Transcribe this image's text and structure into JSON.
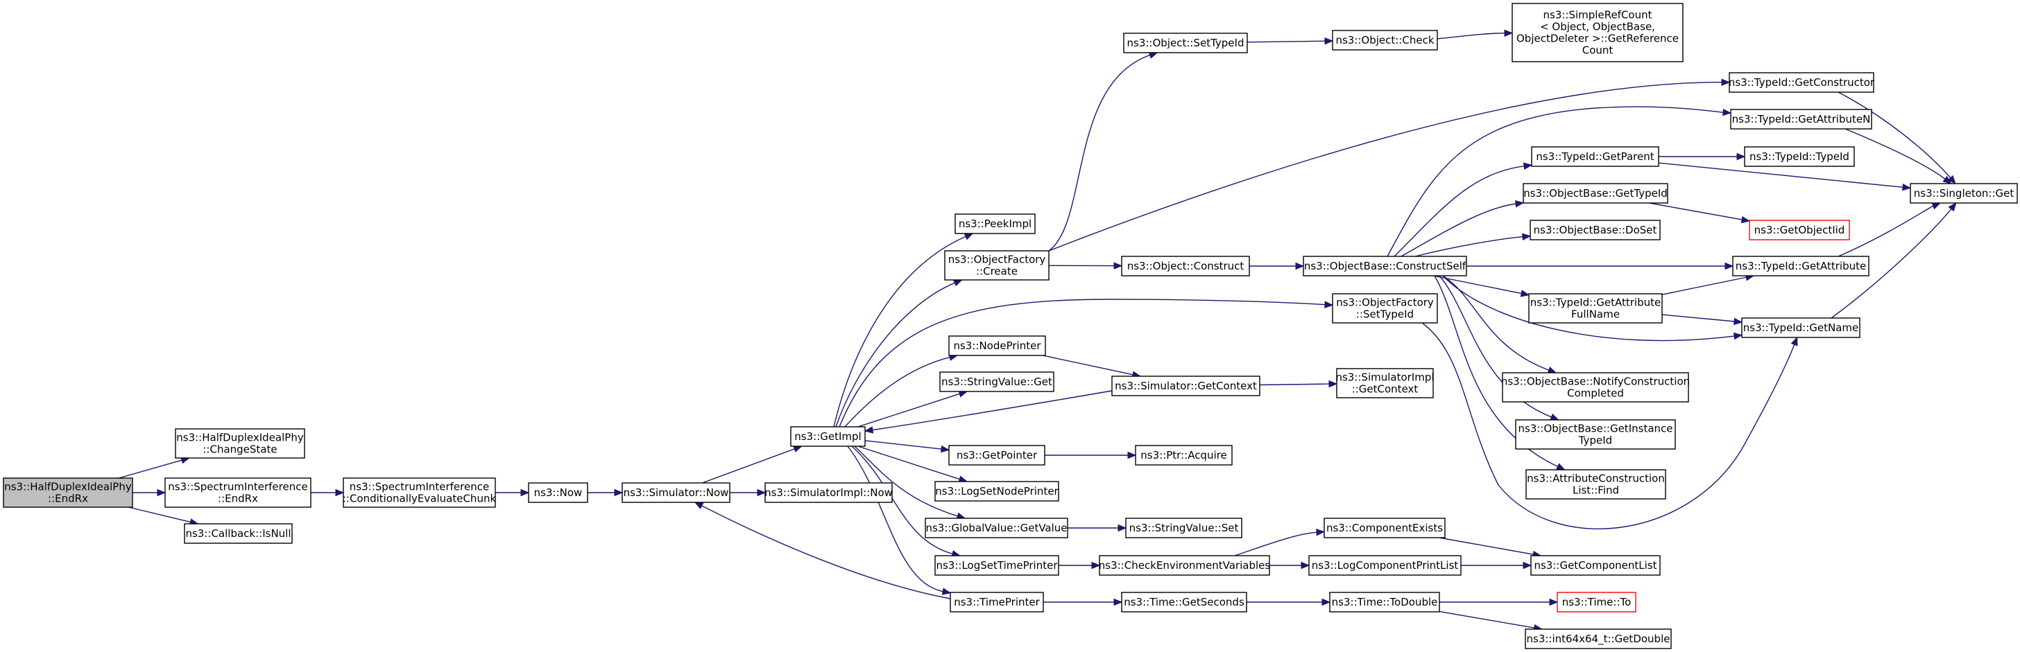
{
  "graph": {
    "type": "call-graph",
    "colors": {
      "edge": "#191970",
      "node_border": "#000000",
      "node_fill": "#ffffff",
      "root_fill": "#bfbfbf",
      "missing_border": "#ff0000"
    },
    "nodes": [
      {
        "id": "endrx",
        "lines": [
          "ns3::HalfDuplexIdealPhy",
          "::EndRx"
        ],
        "root": true
      },
      {
        "id": "changestate",
        "lines": [
          "ns3::HalfDuplexIdealPhy",
          "::ChangeState"
        ]
      },
      {
        "id": "si_endrx",
        "lines": [
          "ns3::SpectrumInterference",
          "::EndRx"
        ]
      },
      {
        "id": "isnull",
        "lines": [
          "ns3::Callback::IsNull"
        ]
      },
      {
        "id": "condeval",
        "lines": [
          "ns3::SpectrumInterference",
          "::ConditionallyEvaluateChunk"
        ]
      },
      {
        "id": "now",
        "lines": [
          "ns3::Now"
        ]
      },
      {
        "id": "sim_now",
        "lines": [
          "ns3::Simulator::Now"
        ]
      },
      {
        "id": "simimpl_now",
        "lines": [
          "ns3::SimulatorImpl::Now"
        ]
      },
      {
        "id": "getimpl",
        "lines": [
          "ns3::GetImpl"
        ]
      },
      {
        "id": "peekimpl",
        "lines": [
          "ns3::PeekImpl"
        ]
      },
      {
        "id": "of_create",
        "lines": [
          "ns3::ObjectFactory",
          "::Create"
        ]
      },
      {
        "id": "nodeprinter",
        "lines": [
          "ns3::NodePrinter"
        ]
      },
      {
        "id": "stringvalue_get",
        "lines": [
          "ns3::StringValue::Get"
        ]
      },
      {
        "id": "getpointer",
        "lines": [
          "ns3::GetPointer"
        ]
      },
      {
        "id": "logsetnodeprinter",
        "lines": [
          "ns3::LogSetNodePrinter"
        ]
      },
      {
        "id": "gv_getvalue",
        "lines": [
          "ns3::GlobalValue::GetValue"
        ]
      },
      {
        "id": "logsettimeprinter",
        "lines": [
          "ns3::LogSetTimePrinter"
        ]
      },
      {
        "id": "timeprinter",
        "lines": [
          "ns3::TimePrinter"
        ]
      },
      {
        "id": "obj_settypeid",
        "lines": [
          "ns3::Object::SetTypeId"
        ]
      },
      {
        "id": "obj_construct",
        "lines": [
          "ns3::Object::Construct"
        ]
      },
      {
        "id": "sim_getcontext",
        "lines": [
          "ns3::Simulator::GetContext"
        ]
      },
      {
        "id": "ptr_acquire",
        "lines": [
          "ns3::Ptr::Acquire"
        ]
      },
      {
        "id": "stringvalue_set",
        "lines": [
          "ns3::StringValue::Set"
        ]
      },
      {
        "id": "checkenv",
        "lines": [
          "ns3::CheckEnvironmentVariables"
        ]
      },
      {
        "id": "time_getseconds",
        "lines": [
          "ns3::Time::GetSeconds"
        ]
      },
      {
        "id": "obj_check",
        "lines": [
          "ns3::Object::Check"
        ]
      },
      {
        "id": "ob_constructself",
        "lines": [
          "ns3::ObjectBase::ConstructSelf"
        ]
      },
      {
        "id": "of_settypeid",
        "lines": [
          "ns3::ObjectFactory",
          "::SetTypeId"
        ]
      },
      {
        "id": "simimpl_getcontext",
        "lines": [
          "ns3::SimulatorImpl",
          "::GetContext"
        ]
      },
      {
        "id": "componentexists",
        "lines": [
          "ns3::ComponentExists"
        ]
      },
      {
        "id": "logcomponentprintlist",
        "lines": [
          "ns3::LogComponentPrintList"
        ]
      },
      {
        "id": "time_todouble",
        "lines": [
          "ns3::Time::ToDouble"
        ]
      },
      {
        "id": "getcomponentlist",
        "lines": [
          "ns3::GetComponentList"
        ]
      },
      {
        "id": "time_to",
        "lines": [
          "ns3::Time::To"
        ],
        "missing": true
      },
      {
        "id": "int64_getdouble",
        "lines": [
          "ns3::int64x64_t::GetDouble"
        ]
      },
      {
        "id": "simplerefcount",
        "lines": [
          "ns3::SimpleRefCount",
          "< Object, ObjectBase,",
          " ObjectDeleter >::GetReference",
          "Count"
        ]
      },
      {
        "id": "ti_getconstructor",
        "lines": [
          "ns3::TypeId::GetConstructor"
        ]
      },
      {
        "id": "ti_getattributen",
        "lines": [
          "ns3::TypeId::GetAttributeN"
        ]
      },
      {
        "id": "ti_getparent",
        "lines": [
          "ns3::TypeId::GetParent"
        ]
      },
      {
        "id": "ob_gettypeid",
        "lines": [
          "ns3::ObjectBase::GetTypeId"
        ]
      },
      {
        "id": "ob_doset",
        "lines": [
          "ns3::ObjectBase::DoSet"
        ]
      },
      {
        "id": "ti_getattributefullname",
        "lines": [
          "ns3::TypeId::GetAttribute",
          "FullName"
        ]
      },
      {
        "id": "ob_notifyconstruction",
        "lines": [
          "ns3::ObjectBase::NotifyConstruction",
          "Completed"
        ]
      },
      {
        "id": "ob_getinstancetypeid",
        "lines": [
          "ns3::ObjectBase::GetInstance",
          "TypeId"
        ]
      },
      {
        "id": "attrconstructionlist_find",
        "lines": [
          "ns3::AttributeConstruction",
          "List::Find"
        ]
      },
      {
        "id": "ti_typeid",
        "lines": [
          "ns3::TypeId::TypeId"
        ]
      },
      {
        "id": "getobjectiid",
        "lines": [
          "ns3::GetObjectIid"
        ],
        "missing": true
      },
      {
        "id": "ti_getattribute",
        "lines": [
          "ns3::TypeId::GetAttribute"
        ]
      },
      {
        "id": "ti_getname",
        "lines": [
          "ns3::TypeId::GetName"
        ]
      },
      {
        "id": "singleton_get",
        "lines": [
          "ns3::Singleton::Get"
        ]
      }
    ],
    "edges": [
      [
        "endrx",
        "changestate"
      ],
      [
        "endrx",
        "si_endrx"
      ],
      [
        "endrx",
        "isnull"
      ],
      [
        "si_endrx",
        "condeval"
      ],
      [
        "condeval",
        "now"
      ],
      [
        "now",
        "sim_now"
      ],
      [
        "sim_now",
        "getimpl"
      ],
      [
        "sim_now",
        "simimpl_now"
      ],
      [
        "getimpl",
        "peekimpl"
      ],
      [
        "getimpl",
        "of_create"
      ],
      [
        "getimpl",
        "of_settypeid"
      ],
      [
        "getimpl",
        "nodeprinter"
      ],
      [
        "getimpl",
        "stringvalue_get"
      ],
      [
        "getimpl",
        "getpointer"
      ],
      [
        "getimpl",
        "logsetnodeprinter"
      ],
      [
        "getimpl",
        "gv_getvalue"
      ],
      [
        "getimpl",
        "logsettimeprinter"
      ],
      [
        "getimpl",
        "timeprinter"
      ],
      [
        "of_create",
        "obj_settypeid"
      ],
      [
        "of_create",
        "obj_construct"
      ],
      [
        "of_create",
        "ti_getconstructor"
      ],
      [
        "obj_settypeid",
        "obj_check"
      ],
      [
        "obj_check",
        "simplerefcount"
      ],
      [
        "obj_construct",
        "ob_constructself"
      ],
      [
        "nodeprinter",
        "sim_getcontext"
      ],
      [
        "sim_getcontext",
        "getimpl"
      ],
      [
        "sim_getcontext",
        "simimpl_getcontext"
      ],
      [
        "getpointer",
        "ptr_acquire"
      ],
      [
        "gv_getvalue",
        "stringvalue_set"
      ],
      [
        "logsettimeprinter",
        "checkenv"
      ],
      [
        "checkenv",
        "componentexists"
      ],
      [
        "checkenv",
        "logcomponentprintlist"
      ],
      [
        "componentexists",
        "getcomponentlist"
      ],
      [
        "logcomponentprintlist",
        "getcomponentlist"
      ],
      [
        "timeprinter",
        "sim_now"
      ],
      [
        "timeprinter",
        "time_getseconds"
      ],
      [
        "time_getseconds",
        "time_todouble"
      ],
      [
        "time_todouble",
        "time_to"
      ],
      [
        "time_todouble",
        "int64_getdouble"
      ],
      [
        "of_settypeid",
        "ti_getname"
      ],
      [
        "ob_constructself",
        "ti_getattributen"
      ],
      [
        "ob_constructself",
        "ti_getparent"
      ],
      [
        "ob_constructself",
        "ob_gettypeid"
      ],
      [
        "ob_constructself",
        "ob_doset"
      ],
      [
        "ob_constructself",
        "ti_getattribute"
      ],
      [
        "ob_constructself",
        "ti_getattributefullname"
      ],
      [
        "ob_constructself",
        "ti_getname"
      ],
      [
        "ob_constructself",
        "ob_notifyconstruction"
      ],
      [
        "ob_constructself",
        "ob_getinstancetypeid"
      ],
      [
        "ob_constructself",
        "attrconstructionlist_find"
      ],
      [
        "ti_getparent",
        "ti_typeid"
      ],
      [
        "ti_getparent",
        "singleton_get"
      ],
      [
        "ob_gettypeid",
        "getobjectiid"
      ],
      [
        "ti_getattributefullname",
        "ti_getattribute"
      ],
      [
        "ti_getattributefullname",
        "ti_getname"
      ],
      [
        "ti_getconstructor",
        "singleton_get"
      ],
      [
        "ti_getattributen",
        "singleton_get"
      ],
      [
        "ti_getattribute",
        "singleton_get"
      ],
      [
        "ti_getname",
        "singleton_get"
      ]
    ]
  }
}
